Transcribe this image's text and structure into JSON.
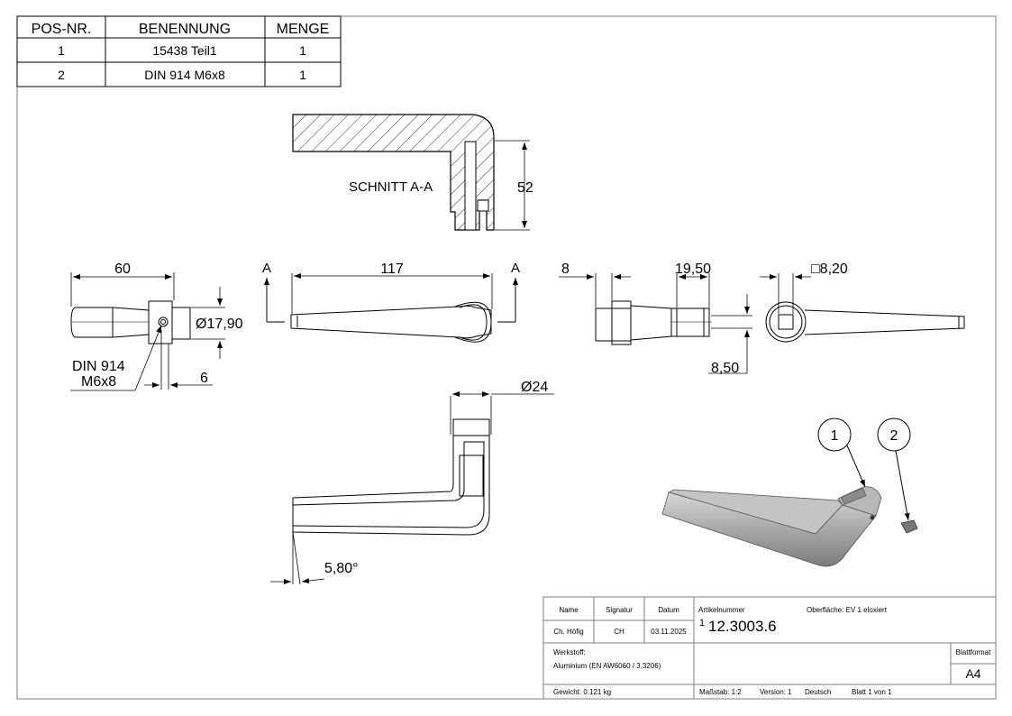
{
  "bom": {
    "headers": {
      "pos": "POS-NR.",
      "name": "BENENNUNG",
      "qty": "MENGE"
    },
    "rows": [
      {
        "pos": "1",
        "name": "15438 Teil1",
        "qty": "1"
      },
      {
        "pos": "2",
        "name": "DIN 914 M6x8",
        "qty": "1"
      }
    ]
  },
  "section": {
    "label": "SCHNITT A-A",
    "dim_height": "52"
  },
  "front_view": {
    "dim_length": "60",
    "dim_diameter": "17,90",
    "dim_offset": "6",
    "callout_line1": "DIN 914",
    "callout_line2": "M6x8"
  },
  "top_view": {
    "dim_length": "117",
    "section_mark_left": "A",
    "section_mark_right": "A"
  },
  "side_view": {
    "dim_8": "8",
    "dim_19_50": "19,50",
    "dim_8_50": "8,50"
  },
  "end_view": {
    "dim_square": "8,20"
  },
  "bottom_view": {
    "dim_diameter": "24",
    "dim_angle": "5,80°"
  },
  "balloons": [
    "1",
    "2"
  ],
  "title_block": {
    "col_name": "Name",
    "col_signatur": "Signatur",
    "col_datum": "Datum",
    "name": "Ch. Höfig",
    "signatur": "CH",
    "datum": "03.11.2025",
    "artikel_label": "Artikelnummer",
    "oberflaeche": "Oberfläche:  EV 1 eloxiert",
    "artikel_prefix": "1",
    "artikel_number": "12.3003.6",
    "werkstoff_label": "Werkstoff:",
    "werkstoff": "Aluminium (EN AW6060 / 3.3206)",
    "blattformat_label": "Blattformat",
    "blattformat": "A4",
    "gewicht": "Gewicht: 0.121 kg",
    "massstab": "Maßstab: 1:2",
    "version": "Version: 1",
    "sprache": "Deutsch",
    "blatt": "Blatt 1 von 1"
  },
  "colors": {
    "line": "#000000",
    "border": "#7f7f7f",
    "part_shade": "#9a9a9a"
  }
}
